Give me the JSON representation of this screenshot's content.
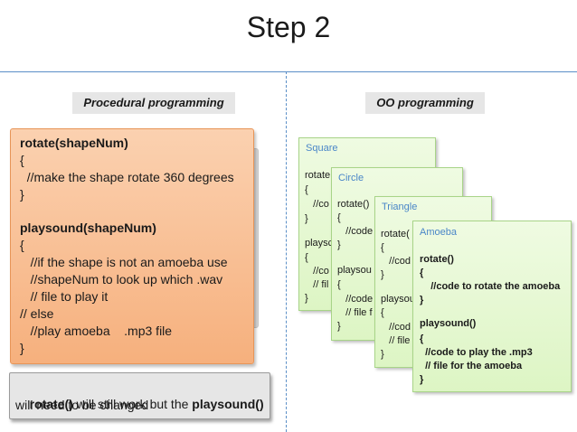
{
  "title": "Step 2",
  "headers": {
    "procedural": "Procedural programming",
    "oo": "OO  programming"
  },
  "procedural_code": [
    "rotate(shapeNum)",
    "{",
    "  //make the shape rotate 360 degrees",
    "}",
    "",
    "playsound(shapeNum)",
    "{",
    "   //if the shape is not an amoeba use",
    "   //shapeNum to look up which .wav",
    "   // file to play it",
    "// else",
    "   //play amoeba    .mp3 file",
    "}"
  ],
  "note": {
    "line1_bold1": "rotate()",
    "line1_text1": " will still work but the ",
    "line1_bold2": "playsound()",
    "line2": "will need to be changed"
  },
  "cards": {
    "square": {
      "title": "Square",
      "lines": [
        "rotate",
        "{",
        "   //co",
        "}",
        "",
        "playsc",
        "{",
        "   //co",
        "   // fil",
        "}"
      ]
    },
    "circle": {
      "title": "Circle",
      "lines": [
        "rotate()",
        "{",
        "   //code",
        "}",
        "",
        "playsou",
        "{",
        "   //code",
        "   // file f",
        "}"
      ]
    },
    "triangle": {
      "title": "Triangle",
      "lines": [
        "rotate(",
        "{",
        "   //cod",
        "}",
        "",
        "playsou",
        "{",
        "   //cod",
        "   // file",
        "}"
      ]
    },
    "amoeba": {
      "title": "Amoeba",
      "lines": [
        "rotate()",
        "{",
        "    //code to rotate the amoeba",
        "}",
        "",
        "playsound()",
        "{",
        "  //code to play the .mp3",
        "  // file for the amoeba",
        "}"
      ]
    }
  }
}
